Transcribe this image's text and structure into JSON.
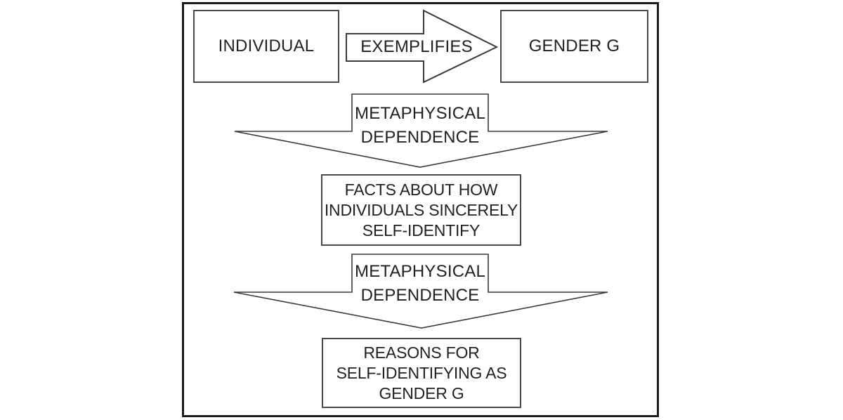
{
  "colors": {
    "outline": "#3a3a3a",
    "frame": "#1a1a1a",
    "box_border": "#4a4a4a",
    "text": "#212121",
    "background": "#ffffff"
  },
  "diagram": {
    "individual_label": "INDIVIDUAL",
    "exemplifies_label": "EXEMPLIFIES",
    "gender_label": "GENDER G",
    "dependence_top_label": "METAPHYSICAL\nDEPENDENCE",
    "facts_label": "FACTS ABOUT HOW\nINDIVIDUALS SINCERELY\nSELF-IDENTIFY",
    "dependence_bottom_label": "METAPHYSICAL\nDEPENDENCE",
    "reasons_label": "REASONS FOR\nSELF-IDENTIFYING AS\nGENDER G"
  }
}
